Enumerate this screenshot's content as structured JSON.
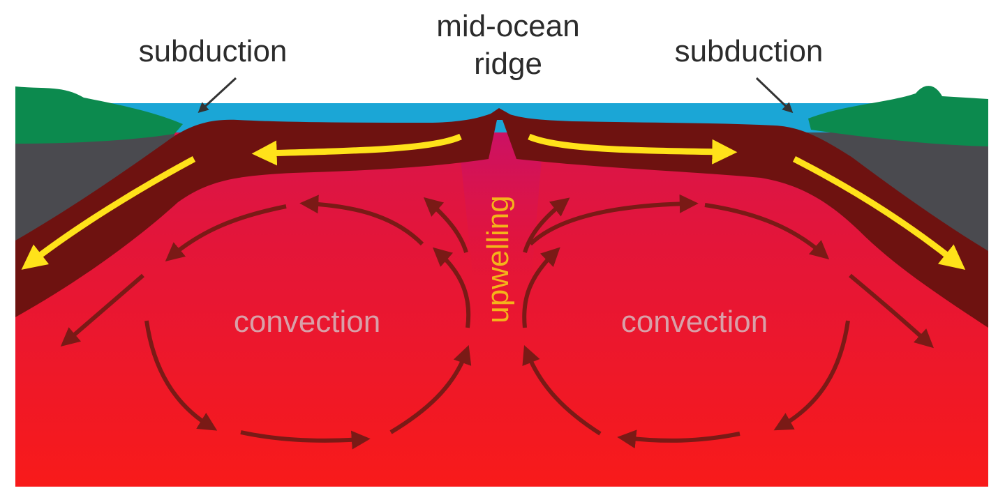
{
  "labels": {
    "subduction_left": "subduction",
    "ridge_line1": "mid-ocean",
    "ridge_line2": "ridge",
    "subduction_right": "subduction",
    "upwelling": "upwelling",
    "convection_left": "convection",
    "convection_right": "convection"
  },
  "colors": {
    "background": "#ffffff",
    "ocean": "#1ba6d6",
    "continent": "#0c8a4e",
    "crust": "#4a4a4f",
    "plate": "#6e1210",
    "mantle": "#ee1525",
    "mantle_upwelling": "#d6155a",
    "plate_arrow": "#ffe21a",
    "convection_arrow": "#7a1a16",
    "pointer": "#333333"
  }
}
